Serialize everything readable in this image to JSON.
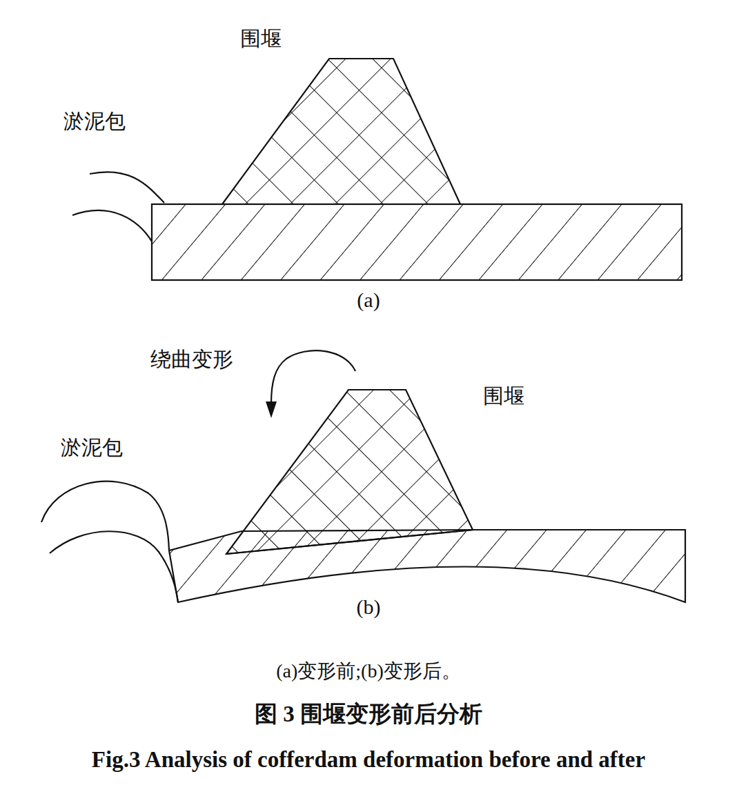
{
  "diagram": {
    "caption": "图 3 围堰变形前后分析",
    "labels": [
      "围堰",
      "淤泥包",
      "(a)",
      "绕曲变形",
      "围堰",
      "淤泥包",
      "(b)",
      "(a)变形前;(b)变形后。",
      "Fig.3 Analysis of cofferdam deformation before and after"
    ]
  }
}
